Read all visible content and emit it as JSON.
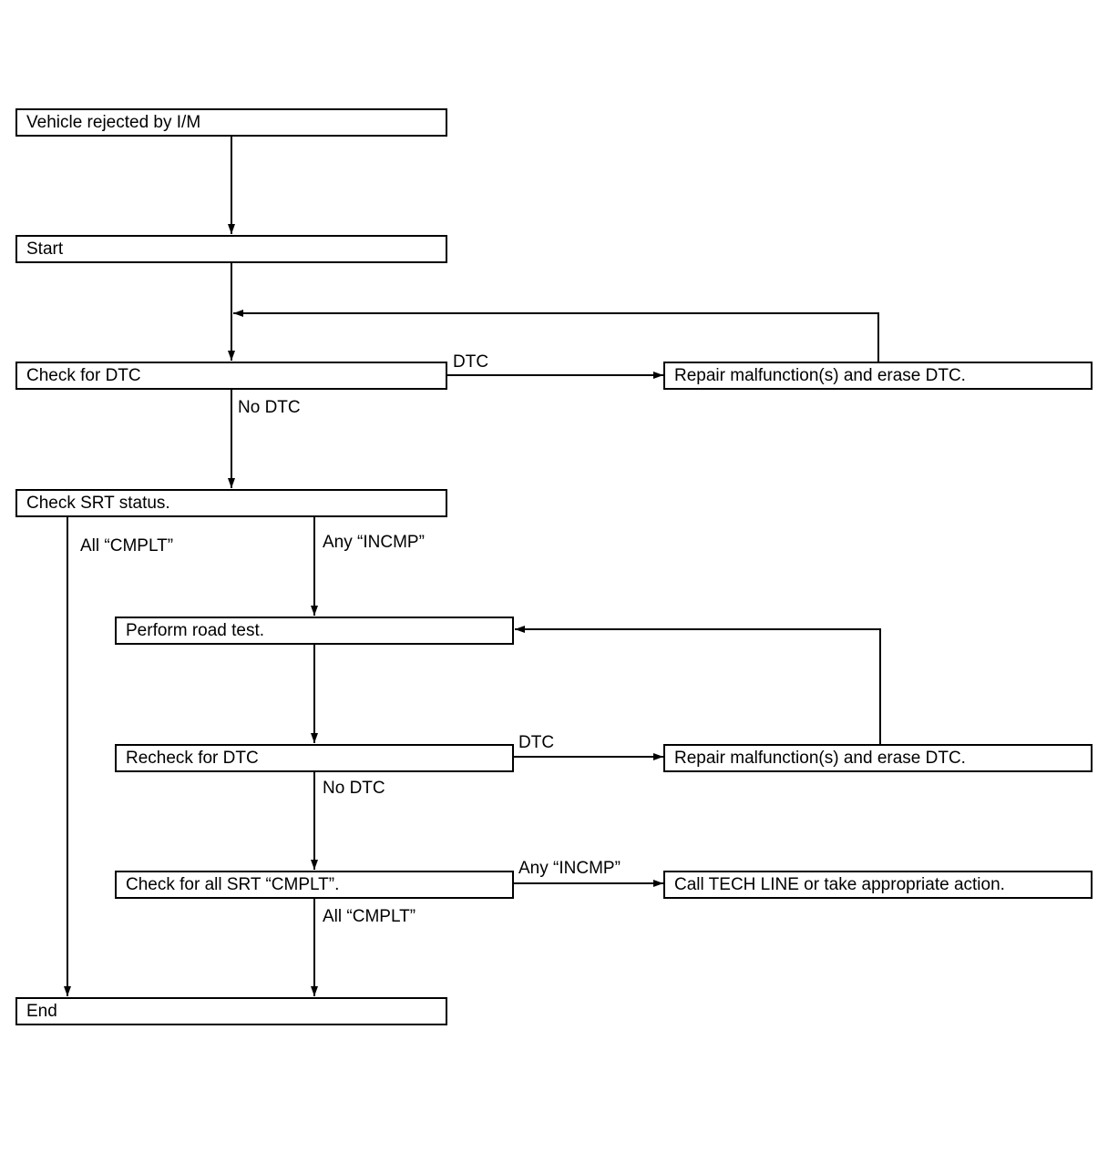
{
  "diagram": {
    "boxes": {
      "rejected": "Vehicle rejected by I/M",
      "start": "Start",
      "check_dtc": "Check for DTC",
      "repair_1": "Repair malfunction(s) and erase DTC.",
      "check_srt": "Check SRT status.",
      "road_test": "Perform road test.",
      "recheck_dtc": "Recheck for DTC",
      "repair_2": "Repair malfunction(s) and erase DTC.",
      "check_all_srt": "Check for all SRT “CMPLT”.",
      "call_tech": "Call TECH LINE or take appropriate action.",
      "end": "End"
    },
    "edge_labels": {
      "dtc_1": "DTC",
      "no_dtc_1": "No DTC",
      "all_cmplt_1": "All “CMPLT”",
      "any_incmp_1": "Any “INCMP”",
      "dtc_2": "DTC",
      "no_dtc_2": "No DTC",
      "any_incmp_2": "Any “INCMP”",
      "all_cmplt_2": "All “CMPLT”"
    }
  }
}
